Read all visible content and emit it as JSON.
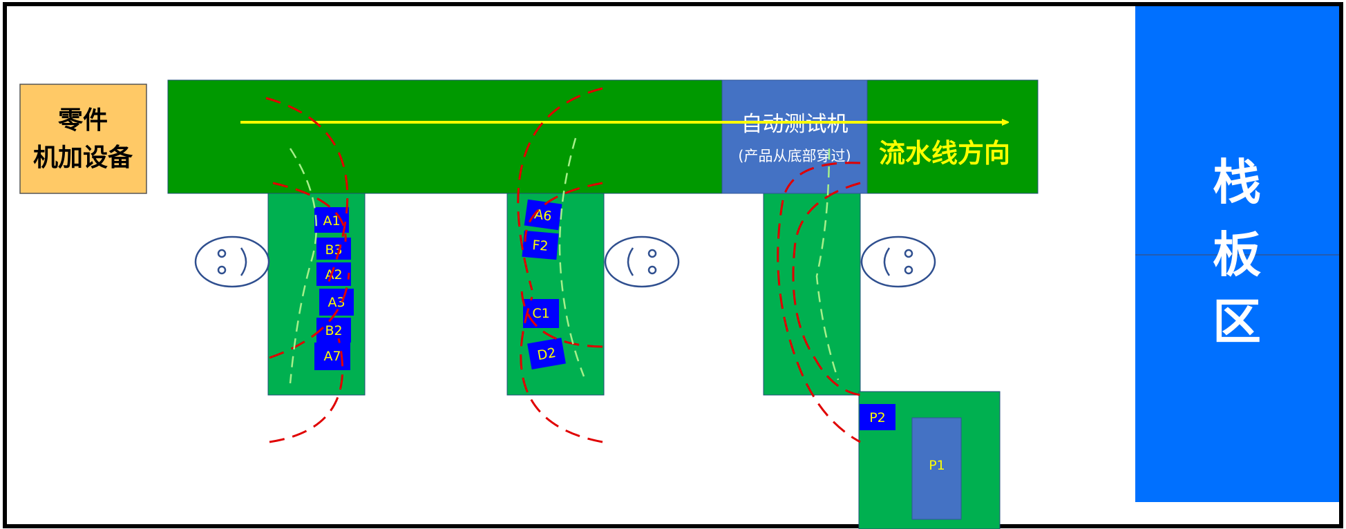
{
  "machining_box": {
    "line1": "零件",
    "line2": "机加设备"
  },
  "auto_tester": {
    "title": "自动测试机",
    "note": "(产品从底部穿过)"
  },
  "flow_direction": "流水线方向",
  "pallet_area": {
    "chars": [
      "栈",
      "板",
      "区"
    ]
  },
  "station1_parts": [
    "A1",
    "B3",
    "A2",
    "A3",
    "B2",
    "A7"
  ],
  "station2_parts": [
    "A6",
    "F2",
    "C1",
    "D2"
  ],
  "bottom_parts": {
    "small": "P2",
    "large": "P1"
  },
  "colors": {
    "conveyor_green": "#009900",
    "station_green": "#00b050",
    "part_blue": "#0000ff",
    "tester_blue": "#4472c4",
    "pallet_blue": "#0070ff",
    "orange_box": "#ffc966",
    "arrow_yellow": "#ffff00",
    "red_dash": "#e00000",
    "lightgreen_dash": "#a6f08a"
  }
}
